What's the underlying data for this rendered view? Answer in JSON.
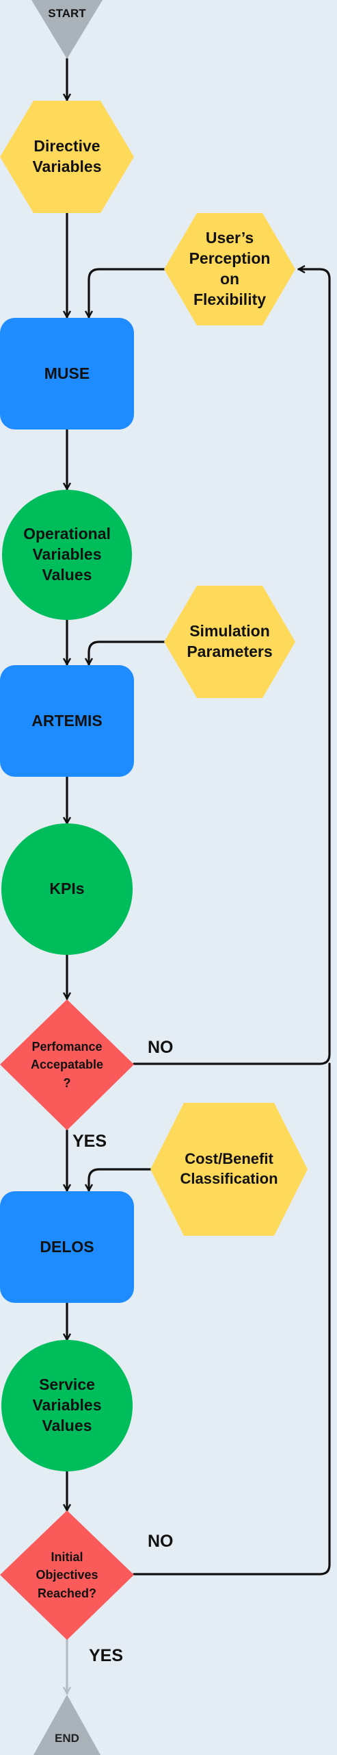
{
  "colors": {
    "background": "#e5edf4",
    "process": "#1e8cff",
    "data": "#00bd5c",
    "parameter": "#ffd95a",
    "decision": "#fa5a5a",
    "terminator": "#aab3ba",
    "connector": "#111111",
    "connector_dim": "#b3bcc3"
  },
  "nodes": {
    "start": "START",
    "directive": "Directive\nVariables",
    "user_perception": "User’s\nPerception\non\nFlexibility",
    "muse": "MUSE",
    "operational": "Operational\nVariables\nValues",
    "simulation": "Simulation\nParameters",
    "artemis": "ARTEMIS",
    "kpis": "KPIs",
    "performance": "Perfomance\nAccepatable\n?",
    "cost_benefit": "Cost/Benefit\nClassification",
    "delos": "DELOS",
    "service": "Service\nVariables\nValues",
    "objectives": "Initial\nObjectives\nReached?",
    "end": "END"
  },
  "edge_labels": {
    "perf_no": "NO",
    "perf_yes": "YES",
    "obj_no": "NO",
    "obj_yes": "YES"
  }
}
